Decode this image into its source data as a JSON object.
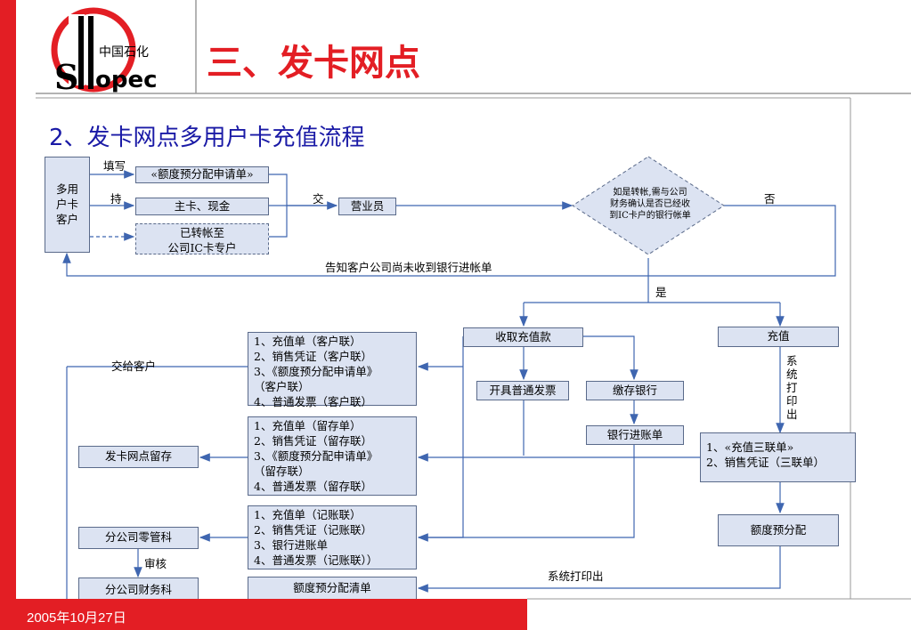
{
  "header": {
    "title": "三、发卡网点",
    "subtitle": "2、发卡网点多用户卡充值流程",
    "logo_text": "中国石化",
    "logo_brand": "SINOPEC"
  },
  "footer": {
    "date": "2005年10月27日"
  },
  "diagram": {
    "customer": [
      "多用",
      "户卡",
      "客户"
    ],
    "form_box": "«额度预分配申请单»",
    "card_box": "主卡、现金",
    "transfer_box": [
      "已转帐至",
      "公司IC卡专户"
    ],
    "clerk_box": "营业员",
    "decision": [
      "如是转帐,需与公司",
      "财务确认是否已经收",
      "到IC卡户的银行帐单"
    ],
    "collect_box": "收取充值款",
    "recharge_box": "充值",
    "invoice_box": "开具普通发票",
    "deposit_box": "缴存银行",
    "bank_slip_box": "银行进账单",
    "triple_box": [
      "1、«充值三联单»",
      "2、销售凭证（三联单）"
    ],
    "quota_alloc_box": "额度预分配",
    "customer_copy": [
      "1、充值单（客户联）",
      "2、销售凭证（客户联）",
      "3、《额度预分配申请单》",
      "（客户联）",
      "4、普通发票（客户联）"
    ],
    "retain_copy": [
      "1、充值单（留存单）",
      "2、销售凭证（留存联）",
      "3、《额度预分配申请单》",
      "（留存联）",
      "4、普通发票（留存联）"
    ],
    "account_copy": [
      "1、充值单（记账联）",
      "2、销售凭证（记账联）",
      "3、银行进账单",
      "4、普通发票（记账联））"
    ],
    "quota_list_box": "额度预分配清单",
    "point_retain_box": "发卡网点留存",
    "branch_mgmt_box": "分公司零管科",
    "branch_finance_box": "分公司财务科",
    "labels": {
      "fill": "填写",
      "hold": "持",
      "hand": "交",
      "no": "否",
      "yes": "是",
      "notify": "告知客户公司尚未收到银行进帐单",
      "give": "交给客户",
      "audit": "审核",
      "print": "系统打印出",
      "print_vertical": [
        "系",
        "统",
        "打",
        "印",
        "出"
      ]
    }
  }
}
